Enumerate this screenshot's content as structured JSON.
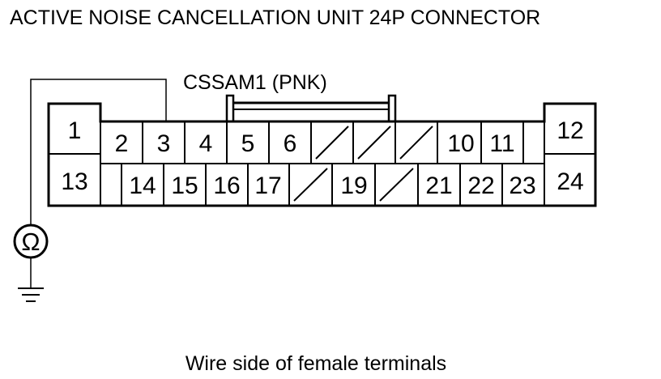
{
  "title": "ACTIVE NOISE CANCELLATION UNIT 24P CONNECTOR",
  "wire_label": "CSSAM1 (PNK)",
  "caption": "Wire side of female terminals",
  "meter_symbol": "Ω",
  "icons": [
    "ohmmeter-icon",
    "ground-icon"
  ],
  "top_row": [
    "1",
    "2",
    "3",
    "4",
    "5",
    "6",
    "",
    "",
    "",
    "10",
    "11",
    "",
    "12"
  ],
  "bottom_row": [
    "13",
    "",
    "14",
    "15",
    "16",
    "17",
    "",
    "19",
    "",
    "21",
    "22",
    "23",
    "24"
  ]
}
